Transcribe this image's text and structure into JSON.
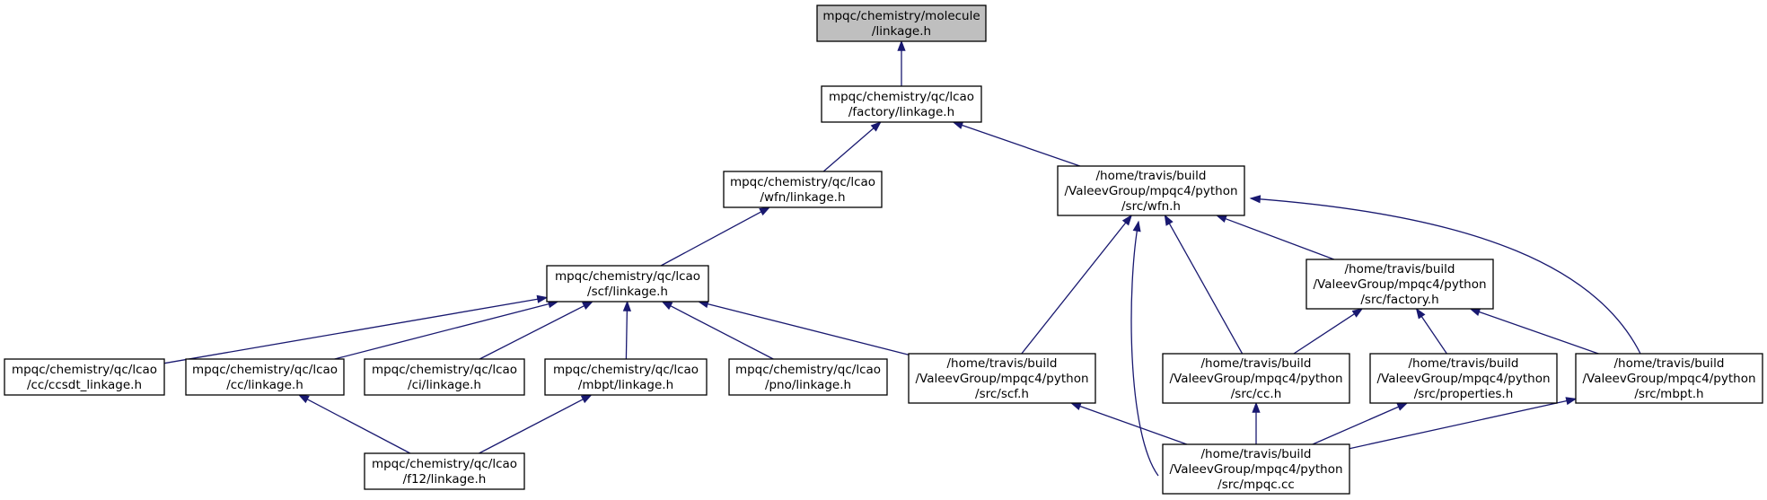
{
  "colors": {
    "focus_fill": "#bfbfbf",
    "node_fill": "#ffffff",
    "node_stroke": "#000000",
    "edge": "#191970"
  },
  "nodes": [
    {
      "id": "molecule",
      "lines": [
        "mpqc/chemistry/molecule",
        "/linkage.h"
      ],
      "focus": true,
      "link": false
    },
    {
      "id": "factory",
      "lines": [
        "mpqc/chemistry/qc/lcao",
        "/factory/linkage.h"
      ],
      "focus": false,
      "link": true
    },
    {
      "id": "wfn",
      "lines": [
        "mpqc/chemistry/qc/lcao",
        "/wfn/linkage.h"
      ],
      "focus": false,
      "link": true
    },
    {
      "id": "py_wfn",
      "lines": [
        "/home/travis/build",
        "/ValeevGroup/mpqc4/python",
        "/src/wfn.h"
      ],
      "focus": false,
      "link": true
    },
    {
      "id": "scf",
      "lines": [
        "mpqc/chemistry/qc/lcao",
        "/scf/linkage.h"
      ],
      "focus": false,
      "link": true
    },
    {
      "id": "py_factory",
      "lines": [
        "/home/travis/build",
        "/ValeevGroup/mpqc4/python",
        "/src/factory.h"
      ],
      "focus": false,
      "link": true
    },
    {
      "id": "ccsdt",
      "lines": [
        "mpqc/chemistry/qc/lcao",
        "/cc/ccsdt_linkage.h"
      ],
      "focus": false,
      "link": true
    },
    {
      "id": "cc",
      "lines": [
        "mpqc/chemistry/qc/lcao",
        "/cc/linkage.h"
      ],
      "focus": false,
      "link": true
    },
    {
      "id": "ci",
      "lines": [
        "mpqc/chemistry/qc/lcao",
        "/ci/linkage.h"
      ],
      "focus": false,
      "link": true
    },
    {
      "id": "mbpt",
      "lines": [
        "mpqc/chemistry/qc/lcao",
        "/mbpt/linkage.h"
      ],
      "focus": false,
      "link": true
    },
    {
      "id": "pno",
      "lines": [
        "mpqc/chemistry/qc/lcao",
        "/pno/linkage.h"
      ],
      "focus": false,
      "link": true
    },
    {
      "id": "py_scf",
      "lines": [
        "/home/travis/build",
        "/ValeevGroup/mpqc4/python",
        "/src/scf.h"
      ],
      "focus": false,
      "link": true
    },
    {
      "id": "py_cc",
      "lines": [
        "/home/travis/build",
        "/ValeevGroup/mpqc4/python",
        "/src/cc.h"
      ],
      "focus": false,
      "link": true
    },
    {
      "id": "py_properties",
      "lines": [
        "/home/travis/build",
        "/ValeevGroup/mpqc4/python",
        "/src/properties.h"
      ],
      "focus": false,
      "link": true
    },
    {
      "id": "py_mbpt",
      "lines": [
        "/home/travis/build",
        "/ValeevGroup/mpqc4/python",
        "/src/mbpt.h"
      ],
      "focus": false,
      "link": true
    },
    {
      "id": "f12",
      "lines": [
        "mpqc/chemistry/qc/lcao",
        "/f12/linkage.h"
      ],
      "focus": false,
      "link": true
    },
    {
      "id": "py_mpqc",
      "lines": [
        "/home/travis/build",
        "/ValeevGroup/mpqc4/python",
        "/src/mpqc.cc"
      ],
      "focus": false,
      "link": true
    }
  ],
  "edges": [
    {
      "from": "factory",
      "to": "molecule"
    },
    {
      "from": "wfn",
      "to": "factory"
    },
    {
      "from": "py_wfn",
      "to": "factory"
    },
    {
      "from": "scf",
      "to": "wfn"
    },
    {
      "from": "ccsdt",
      "to": "scf"
    },
    {
      "from": "cc",
      "to": "scf"
    },
    {
      "from": "ci",
      "to": "scf"
    },
    {
      "from": "mbpt",
      "to": "scf"
    },
    {
      "from": "pno",
      "to": "scf"
    },
    {
      "from": "py_scf",
      "to": "scf"
    },
    {
      "from": "py_scf",
      "to": "py_wfn"
    },
    {
      "from": "py_mpqc",
      "to": "py_wfn"
    },
    {
      "from": "py_cc",
      "to": "py_wfn"
    },
    {
      "from": "py_factory",
      "to": "py_wfn"
    },
    {
      "from": "py_mbpt",
      "to": "py_wfn"
    },
    {
      "from": "py_cc",
      "to": "py_factory"
    },
    {
      "from": "py_properties",
      "to": "py_factory"
    },
    {
      "from": "py_mbpt",
      "to": "py_factory"
    },
    {
      "from": "f12",
      "to": "cc"
    },
    {
      "from": "f12",
      "to": "mbpt"
    },
    {
      "from": "py_mpqc",
      "to": "py_scf"
    },
    {
      "from": "py_mpqc",
      "to": "py_cc"
    },
    {
      "from": "py_mpqc",
      "to": "py_properties"
    },
    {
      "from": "py_mpqc",
      "to": "py_mbpt"
    }
  ]
}
